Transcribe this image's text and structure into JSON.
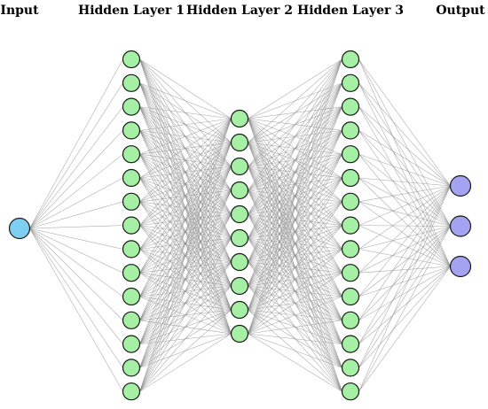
{
  "layers": [
    {
      "title": "Input",
      "nodes": 1,
      "color": "#7ecfef"
    },
    {
      "title": "Hidden Layer 1",
      "nodes": 15,
      "color": "#a6f0a6"
    },
    {
      "title": "Hidden Layer 2",
      "nodes": 10,
      "color": "#a6f0a6"
    },
    {
      "title": "Hidden Layer 3",
      "nodes": 15,
      "color": "#a6f0a6"
    },
    {
      "title": "Output",
      "nodes": 3,
      "color": "#a3a3f2"
    }
  ],
  "edge_color": "#8a8a8a",
  "node_outline_color": "#1a1a1a"
}
